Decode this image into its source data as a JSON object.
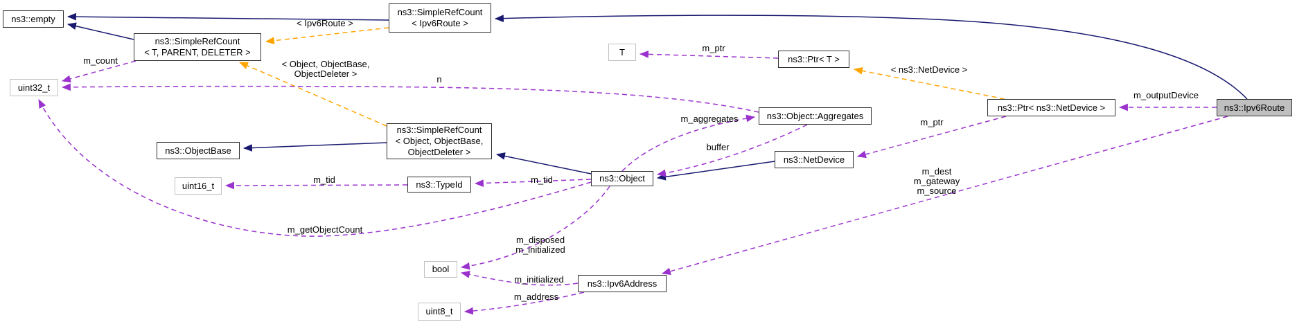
{
  "diagram": {
    "kind": "collaboration-graph",
    "selected_node": "ns3::Ipv6Route",
    "colors": {
      "inheritance": "#191970",
      "usage": "#9a32cd",
      "template_relation": "#ffa500",
      "selected_fill": "#bfbfbf",
      "class_border": "#2e2e2e",
      "primitive_border": "#c0c0c0",
      "background": "#ffffff"
    },
    "nodes": [
      {
        "id": "empty",
        "kind": "class",
        "lines": [
          "ns3::empty"
        ]
      },
      {
        "id": "src_tpd",
        "kind": "class",
        "lines": [
          "ns3::SimpleRefCount",
          "< T, PARENT, DELETER >"
        ]
      },
      {
        "id": "src_ipv6route",
        "kind": "class",
        "lines": [
          "ns3::SimpleRefCount",
          "< Ipv6Route >"
        ]
      },
      {
        "id": "t",
        "kind": "primitive",
        "lines": [
          "T"
        ]
      },
      {
        "id": "ptr_t",
        "kind": "class",
        "lines": [
          "ns3::Ptr< T >"
        ]
      },
      {
        "id": "uint32_t",
        "kind": "primitive",
        "lines": [
          "uint32_t"
        ]
      },
      {
        "id": "ptr_netdevice",
        "kind": "class",
        "lines": [
          "ns3::Ptr< ns3::NetDevice >"
        ]
      },
      {
        "id": "ipv6route",
        "kind": "selected",
        "lines": [
          "ns3::Ipv6Route"
        ]
      },
      {
        "id": "aggregates",
        "kind": "class",
        "lines": [
          "ns3::Object::Aggregates"
        ]
      },
      {
        "id": "objectbase",
        "kind": "class",
        "lines": [
          "ns3::ObjectBase"
        ]
      },
      {
        "id": "src_obj",
        "kind": "class",
        "lines": [
          "ns3::SimpleRefCount",
          "< Object, ObjectBase,",
          "ObjectDeleter >"
        ]
      },
      {
        "id": "netdevice",
        "kind": "class",
        "lines": [
          "ns3::NetDevice"
        ]
      },
      {
        "id": "object",
        "kind": "class",
        "lines": [
          "ns3::Object"
        ]
      },
      {
        "id": "typeid",
        "kind": "class",
        "lines": [
          "ns3::TypeId"
        ]
      },
      {
        "id": "uint16_t",
        "kind": "primitive",
        "lines": [
          "uint16_t"
        ]
      },
      {
        "id": "bool",
        "kind": "primitive",
        "lines": [
          "bool"
        ]
      },
      {
        "id": "ipv6address",
        "kind": "class",
        "lines": [
          "ns3::Ipv6Address"
        ]
      },
      {
        "id": "uint8_t",
        "kind": "primitive",
        "lines": [
          "uint8_t"
        ]
      }
    ],
    "edges": [
      {
        "id": "e1",
        "from": "src_ipv6route",
        "to": "empty",
        "kind": "inheritance",
        "label_lines": []
      },
      {
        "id": "e2",
        "from": "src_tpd",
        "to": "empty",
        "kind": "inheritance",
        "label_lines": []
      },
      {
        "id": "e3",
        "from": "ipv6route",
        "to": "src_ipv6route",
        "kind": "inheritance",
        "label_lines": []
      },
      {
        "id": "e4",
        "from": "src_obj",
        "to": "objectbase",
        "kind": "inheritance",
        "label_lines": []
      },
      {
        "id": "e5",
        "from": "object",
        "to": "src_obj",
        "kind": "inheritance",
        "label_lines": []
      },
      {
        "id": "e6",
        "from": "netdevice",
        "to": "object",
        "kind": "inheritance",
        "label_lines": []
      },
      {
        "id": "e7",
        "from": "src_ipv6route",
        "to": "src_tpd",
        "kind": "template_relation",
        "label_lines": [
          "< Ipv6Route >"
        ]
      },
      {
        "id": "e8",
        "from": "src_obj",
        "to": "src_tpd",
        "kind": "template_relation",
        "label_lines": [
          "< Object, ObjectBase,",
          "ObjectDeleter >"
        ]
      },
      {
        "id": "e9",
        "from": "ptr_netdevice",
        "to": "ptr_t",
        "kind": "template_relation",
        "label_lines": [
          "< ns3::NetDevice >"
        ]
      },
      {
        "id": "e10",
        "from": "src_tpd",
        "to": "uint32_t",
        "kind": "usage",
        "label_lines": [
          "m_count"
        ]
      },
      {
        "id": "e11",
        "from": "aggregates",
        "to": "uint32_t",
        "kind": "usage",
        "label_lines": [
          "n"
        ]
      },
      {
        "id": "e12",
        "from": "object",
        "to": "uint32_t",
        "kind": "usage",
        "label_lines": [
          "m_getObjectCount"
        ]
      },
      {
        "id": "e13",
        "from": "ptr_t",
        "to": "t",
        "kind": "usage",
        "label_lines": [
          "m_ptr"
        ]
      },
      {
        "id": "e14",
        "from": "object",
        "to": "typeid",
        "kind": "usage",
        "label_lines": [
          "m_tid"
        ]
      },
      {
        "id": "e15",
        "from": "typeid",
        "to": "uint16_t",
        "kind": "usage",
        "label_lines": [
          "m_tid"
        ]
      },
      {
        "id": "e16",
        "from": "object",
        "to": "aggregates",
        "kind": "usage",
        "label_lines": [
          "m_aggregates"
        ]
      },
      {
        "id": "e17",
        "from": "aggregates",
        "to": "object",
        "kind": "usage",
        "label_lines": [
          "buffer"
        ]
      },
      {
        "id": "e18",
        "from": "ptr_netdevice",
        "to": "netdevice",
        "kind": "usage",
        "label_lines": [
          "m_ptr"
        ]
      },
      {
        "id": "e19",
        "from": "ipv6route",
        "to": "ptr_netdevice",
        "kind": "usage",
        "label_lines": [
          "m_outputDevice"
        ]
      },
      {
        "id": "e20",
        "from": "ipv6route",
        "to": "ipv6address",
        "kind": "usage",
        "label_lines": [
          "m_dest",
          "m_gateway",
          "m_source"
        ]
      },
      {
        "id": "e21",
        "from": "object",
        "to": "bool",
        "kind": "usage",
        "label_lines": [
          "m_disposed",
          "m_initialized"
        ]
      },
      {
        "id": "e22",
        "from": "ipv6address",
        "to": "bool",
        "kind": "usage",
        "label_lines": [
          "m_initialized"
        ]
      },
      {
        "id": "e23",
        "from": "ipv6address",
        "to": "uint8_t",
        "kind": "usage",
        "label_lines": [
          "m_address"
        ]
      }
    ]
  }
}
